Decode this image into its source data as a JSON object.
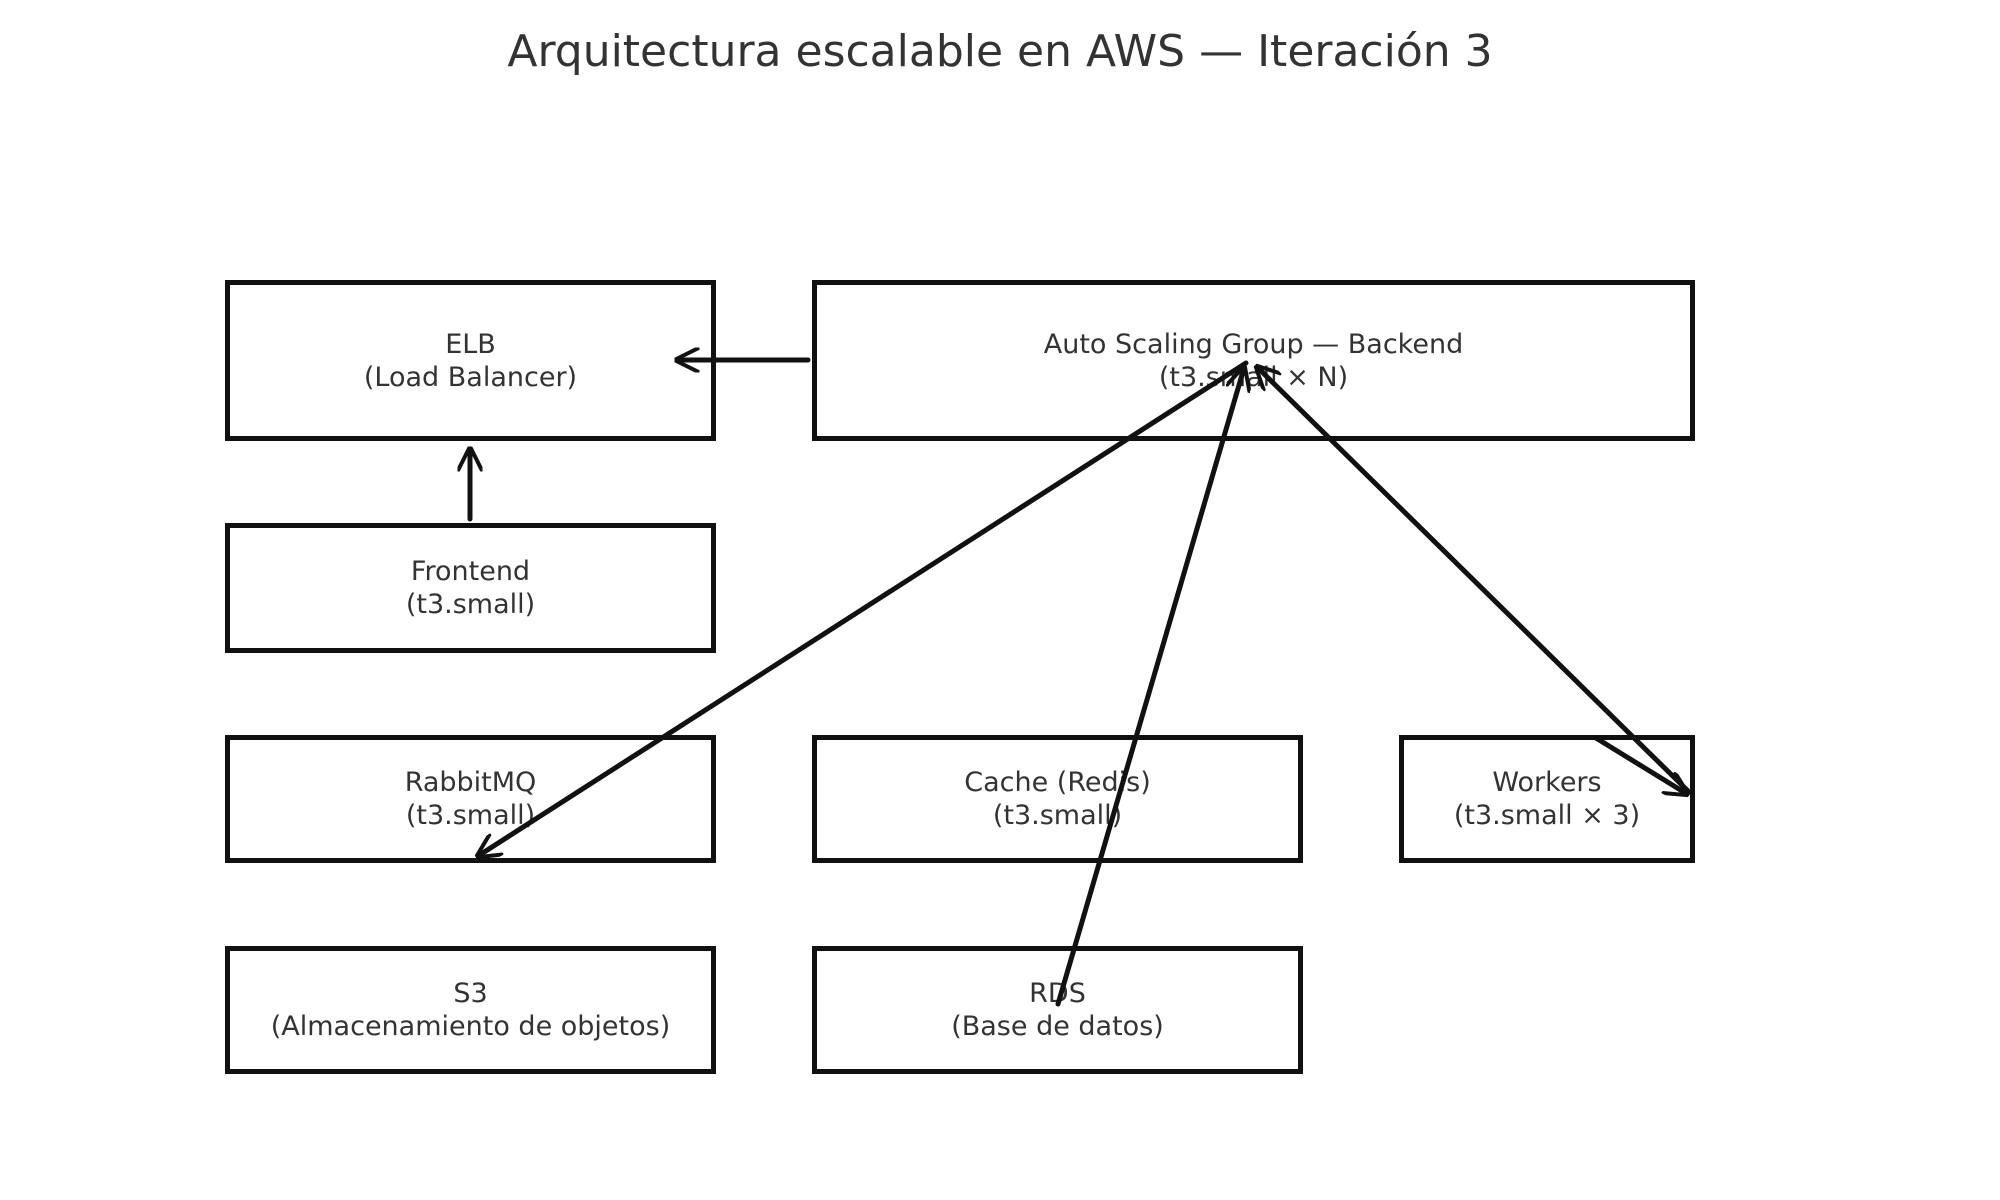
{
  "title": "Arquitectura escalable en AWS — Iteración 3",
  "nodes": {
    "elb": {
      "line1": "ELB",
      "line2": "(Load Balancer)"
    },
    "asg": {
      "line1": "Auto Scaling Group — Backend",
      "line2": "(t3.small × N)"
    },
    "frontend": {
      "line1": "Frontend",
      "line2": "(t3.small)"
    },
    "rabbitmq": {
      "line1": "RabbitMQ",
      "line2": "(t3.small)"
    },
    "cache": {
      "line1": "Cache (Redis)",
      "line2": "(t3.small)"
    },
    "workers": {
      "line1": "Workers",
      "line2": "(t3.small × 3)"
    },
    "s3": {
      "line1": "S3",
      "line2": "(Almacenamiento de objetos)"
    },
    "rds": {
      "line1": "RDS",
      "line2": "(Base de datos)"
    }
  },
  "edges": [
    {
      "from": "asg",
      "to": "elb"
    },
    {
      "from": "frontend",
      "to": "elb"
    },
    {
      "from": "asg",
      "to": "rabbitmq"
    },
    {
      "from": "rds",
      "to": "asg"
    },
    {
      "from": "workers",
      "to": "asg"
    },
    {
      "from": "workers",
      "to": "workers"
    }
  ],
  "colors": {
    "stroke": "#111111",
    "text": "#333333",
    "background": "#ffffff"
  }
}
